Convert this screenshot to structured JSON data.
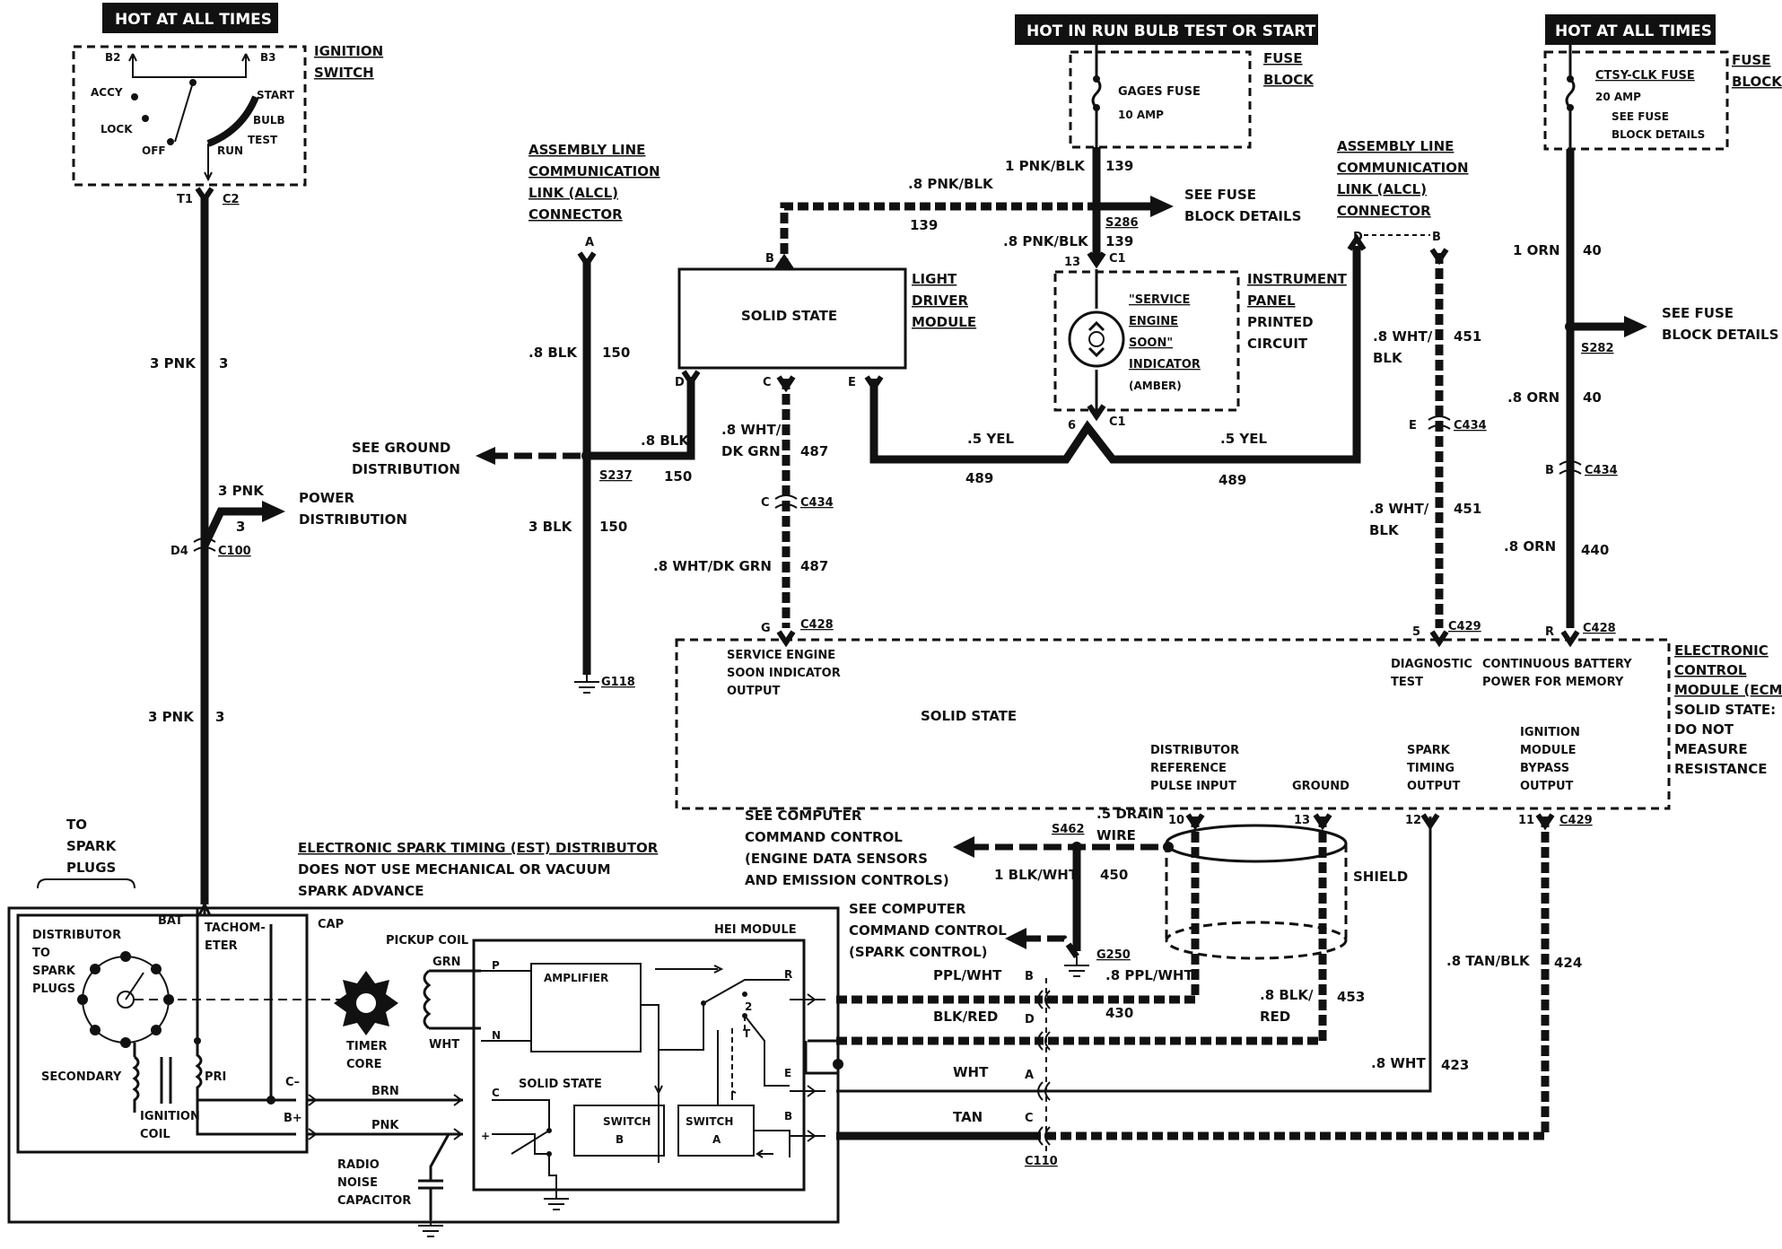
{
  "banners": {
    "hot_left": "HOT AT ALL TIMES",
    "hot_middle": "HOT IN RUN    BULB TEST OR START",
    "hot_right": "HOT AT ALL TIMES"
  },
  "ignition_switch": {
    "name_l1": "IGNITION",
    "name_l2": "SWITCH",
    "b2": "B2",
    "b3": "B3",
    "accy": "ACCY",
    "start": "START",
    "lock": "LOCK",
    "off": "OFF",
    "run": "RUN",
    "bulb": "BULB",
    "test": "TEST",
    "t1": "T1",
    "c2": "C2"
  },
  "wires_left": {
    "w3pnk_a": "3 PNK",
    "w3_a": "3",
    "w3pnk_b": "3 PNK",
    "w3_b": "3",
    "w3pnk_c": "3 PNK",
    "w3_c": "3",
    "power_l1": "POWER",
    "power_l2": "DISTRIBUTION",
    "d4": "D4",
    "c100": "C100"
  },
  "alcl_left": {
    "l1": "ASSEMBLY LINE",
    "l2": "COMMUNICATION",
    "l3": "LINK (ALCL)",
    "l4": "CONNECTOR",
    "pin_a": "A",
    "w_8blk": ".8 BLK",
    "c150_a": "150",
    "w_3blk": "3 BLK",
    "c150_b": "150",
    "g118": "G118",
    "s237": "S237",
    "gnd_l1": "SEE GROUND",
    "gnd_l2": "DISTRIBUTION",
    "w_8blk_b": ".8 BLK",
    "c150_c": "150"
  },
  "ldm": {
    "body": "SOLID STATE",
    "name_l1": "LIGHT",
    "name_l2": "DRIVER",
    "name_l3": "MODULE",
    "pin_b": "B",
    "pin_d": "D",
    "pin_c": "C",
    "pin_e": "E",
    "w_8pnkblk": ".8 PNK/BLK",
    "c139": "139",
    "w_8whtdkgrn_l1": ".8 WHT/",
    "w_8whtdkgrn_l2": "DK GRN",
    "c487_a": "487",
    "c434_pin": "C",
    "c434": "C434",
    "w_8whtdkgrn_b": ".8  WHT/DK GRN",
    "c487_b": "487",
    "g_pin": "G",
    "c428": "C428",
    "w_5yel_a": ".5 YEL",
    "c489_a": "489",
    "w_5yel_b": ".5 YEL",
    "c489_b": "489"
  },
  "fuse_center": {
    "fuse": "GAGES FUSE",
    "amp": "10 AMP",
    "block_l1": "FUSE",
    "block_l2": "BLOCK",
    "w_1pnkblk": "1 PNK/BLK",
    "c139": "139",
    "see_l1": "SEE FUSE",
    "see_l2": "BLOCK DETAILS",
    "s286": "S286",
    "w_8pnkblk": ".8 PNK/BLK",
    "c139_b": "139",
    "pin13": "13",
    "c1": "C1",
    "pin6": "6",
    "c1_b": "C1"
  },
  "indicator": {
    "l1": "\"SERVICE",
    "l2": "ENGINE",
    "l3": "SOON\"",
    "l4": "INDICATOR",
    "l5": "(AMBER)",
    "ip_l1": "INSTRUMENT",
    "ip_l2": "PANEL",
    "ip_l3": "PRINTED",
    "ip_l4": "CIRCUIT"
  },
  "alcl_right": {
    "l1": "ASSEMBLY LINE",
    "l2": "COMMUNICATION",
    "l3": "LINK (ALCL)",
    "l4": "CONNECTOR",
    "pin_d": "D",
    "pin_b": "B",
    "w_8whtblk_l1": ".8 WHT/",
    "w_8whtblk_l2": "BLK",
    "c451_a": "451",
    "pin_e": "E",
    "c434": "C434",
    "w_8whtblk_b1": ".8 WHT/",
    "w_8whtblk_b2": "BLK",
    "c451_b": "451",
    "pin5": "5",
    "c429": "C429"
  },
  "fuse_right": {
    "fuse": "CTSY-CLK FUSE",
    "amp": "20 AMP",
    "see_l1": "SEE FUSE",
    "see_l2": "BLOCK DETAILS",
    "block_l1": "FUSE",
    "block_l2": "BLOCK",
    "w_1orn": "1 ORN",
    "c40": "40",
    "see2_l1": "SEE FUSE",
    "see2_l2": "BLOCK DETAILS",
    "s282": "S282",
    "w_8orn": ".8 ORN",
    "c40_b": "40",
    "pin_b": "B",
    "c434": "C434",
    "w_8orn_b": ".8 ORN",
    "c440": "440",
    "pin_r": "R",
    "c428": "C428"
  },
  "ecm": {
    "sesio_l1": "SERVICE ENGINE",
    "sesio_l2": "SOON INDICATOR",
    "sesio_l3": "OUTPUT",
    "diag_l1": "DIAGNOSTIC",
    "diag_l2": "TEST",
    "cont_l1": "CONTINUOUS BATTERY",
    "cont_l2": "POWER FOR MEMORY",
    "body": "SOLID STATE",
    "dist_l1": "DISTRIBUTOR",
    "dist_l2": "REFERENCE",
    "dist_l3": "PULSE INPUT",
    "ground": "GROUND",
    "spark_l1": "SPARK",
    "spark_l2": "TIMING",
    "spark_l3": "OUTPUT",
    "ign_l1": "IGNITION",
    "ign_l2": "MODULE",
    "ign_l3": "BYPASS",
    "ign_l4": "OUTPUT",
    "name_l1": "ELECTRONIC",
    "name_l2": "CONTROL",
    "name_l3": "MODULE (ECM)",
    "note_l1": "SOLID STATE:",
    "note_l2": "DO NOT",
    "note_l3": "MEASURE",
    "note_l4": "RESISTANCE",
    "pin10": "10",
    "pin13": "13",
    "pin12": "12",
    "pin11": "11",
    "c429": "C429"
  },
  "computer": {
    "a_l1": "SEE COMPUTER",
    "a_l2": "COMMAND CONTROL",
    "a_l3": "(ENGINE DATA SENSORS",
    "a_l4": "AND EMISSION CONTROLS)",
    "s462": "S462",
    "drain_l1": ".5 DRAIN",
    "drain_l2": "WIRE",
    "w_1blkwht": "1 BLK/WHT",
    "c450": "450",
    "b_l1": "SEE COMPUTER",
    "b_l2": "COMMAND CONTROL",
    "b_l3": "(SPARK CONTROL)",
    "g250": "G250",
    "w_8pplwht": ".8 PPL/WHT",
    "shield": "SHIELD"
  },
  "bottom_wires": {
    "pplwht": "PPL/WHT",
    "pin_b": "B",
    "blkred": "BLK/RED",
    "pin_d": "D",
    "c430": "430",
    "wht": "WHT",
    "pin_a": "A",
    "tan": "TAN",
    "pin_c": "C",
    "c110": "C110",
    "w_8blkred_l1": ".8 BLK/",
    "w_8blkred_l2": "RED",
    "c453": "453",
    "w_8tanblk": ".8 TAN/BLK",
    "c424": "424",
    "w_8wht": ".8 WHT",
    "c423": "423"
  },
  "distributor": {
    "to_l1": "TO",
    "to_l2": "SPARK",
    "to_l3": "PLUGS",
    "title_l1": "ELECTRONIC SPARK TIMING (EST) DISTRIBUTOR",
    "title_l2": "DOES NOT USE MECHANICAL OR VACUUM",
    "title_l3": "SPARK ADVANCE",
    "dist_l1": "DISTRIBUTOR",
    "dist_l2": "TO",
    "dist_l3": "SPARK",
    "dist_l4": "PLUGS",
    "bat": "BAT",
    "tach_l1": "TACHOM-",
    "tach_l2": "ETER",
    "cap": "CAP",
    "secondary": "SECONDARY",
    "pri": "PRI",
    "ign_l1": "IGNITION",
    "ign_l2": "COIL",
    "cminus": "C–",
    "bplus": "B+",
    "pickup": "PICKUP COIL",
    "grn": "GRN",
    "wht": "WHT",
    "timer_l1": "TIMER",
    "timer_l2": "CORE",
    "brn": "BRN",
    "pnk": "PNK",
    "radio_l1": "RADIO",
    "radio_l2": "NOISE",
    "radio_l3": "CAPACITOR",
    "hei": "HEI MODULE",
    "amp": "AMPLIFIER",
    "solid": "SOLID STATE",
    "sw_b_l1": "SWITCH",
    "sw_b_l2": "B",
    "sw_a_l1": "SWITCH",
    "sw_a_l2": "A",
    "p": "P",
    "n": "N",
    "c": "C",
    "plus": "+",
    "r": "R",
    "e": "E",
    "b": "B",
    "two": "2",
    "t": "T"
  }
}
